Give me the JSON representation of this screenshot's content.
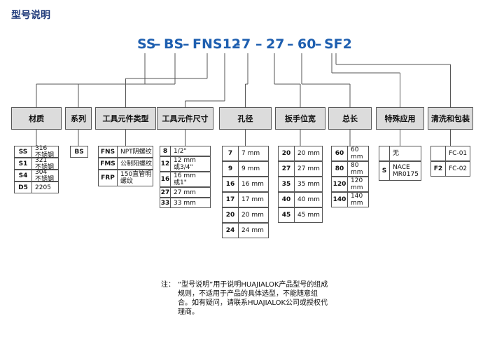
{
  "title": "型号说明",
  "code": {
    "parts": [
      "SS",
      "BS",
      "FNS12",
      "7",
      "27",
      "60",
      "SF2"
    ],
    "separator": "–"
  },
  "columns": [
    {
      "header": "材质",
      "rows": [
        {
          "code": "SS",
          "desc": "316\n不锈钢"
        },
        {
          "code": "S1",
          "desc": "321\n不锈钢"
        },
        {
          "code": "S4",
          "desc": "304\n不锈钢"
        },
        {
          "code": "D5",
          "desc": "2205"
        }
      ]
    },
    {
      "header": "系列",
      "rows": [
        {
          "code": "",
          "desc": "BS"
        }
      ]
    },
    {
      "header": "工具元件类型",
      "rows": [
        {
          "code": "FNS",
          "desc": "NPT阴螺纹"
        },
        {
          "code": "FMS",
          "desc": "公制阳螺纹"
        },
        {
          "code": "FRP",
          "desc": "150直管明\n螺纹"
        }
      ]
    },
    {
      "header": "工具元件尺寸",
      "rows": [
        {
          "code": "8",
          "desc": "1/2\""
        },
        {
          "code": "12",
          "desc": "12 mm\n或3/4\""
        },
        {
          "code": "16",
          "desc": "16 mm\n或1\""
        },
        {
          "code": "27",
          "desc": "27 mm"
        },
        {
          "code": "33",
          "desc": "33 mm"
        }
      ]
    },
    {
      "header": "孔径",
      "rows": [
        {
          "code": "7",
          "desc": "7 mm"
        },
        {
          "code": "9",
          "desc": "9 mm"
        },
        {
          "code": "16",
          "desc": "16 mm"
        },
        {
          "code": "17",
          "desc": "17 mm"
        },
        {
          "code": "20",
          "desc": "20 mm"
        },
        {
          "code": "24",
          "desc": "24 mm"
        }
      ]
    },
    {
      "header": "扳手位宽",
      "rows": [
        {
          "code": "20",
          "desc": "20 mm"
        },
        {
          "code": "27",
          "desc": "27 mm"
        },
        {
          "code": "35",
          "desc": "35 mm"
        },
        {
          "code": "40",
          "desc": "40 mm"
        },
        {
          "code": "45",
          "desc": "45 mm"
        }
      ]
    },
    {
      "header": "总长",
      "rows": [
        {
          "code": "60",
          "desc": "60 mm"
        },
        {
          "code": "80",
          "desc": "80 mm"
        },
        {
          "code": "120",
          "desc": "120 mm"
        },
        {
          "code": "140",
          "desc": "140 mm"
        }
      ]
    },
    {
      "header": "特殊应用",
      "rows": [
        {
          "code": "",
          "desc": "无"
        },
        {
          "code": "S",
          "desc": "NACE\nMR0175"
        }
      ]
    },
    {
      "header": "清洗和包装",
      "rows": [
        {
          "code": "",
          "desc": "FC-01"
        },
        {
          "code": "F2",
          "desc": "FC-02"
        }
      ]
    }
  ],
  "note": {
    "label": "注：",
    "text": "“型号说明”用于说明HUAJIALOK产品型号的组成规则，不适用于产品的具体选型，不能随意组合。如有疑问，请联系HUAJIALOK公司或授权代理商。"
  },
  "colors": {
    "title": "#1f3a7a",
    "code": "#1e5fb0",
    "header_bg": "#dcdcdc",
    "line": "#555555"
  }
}
